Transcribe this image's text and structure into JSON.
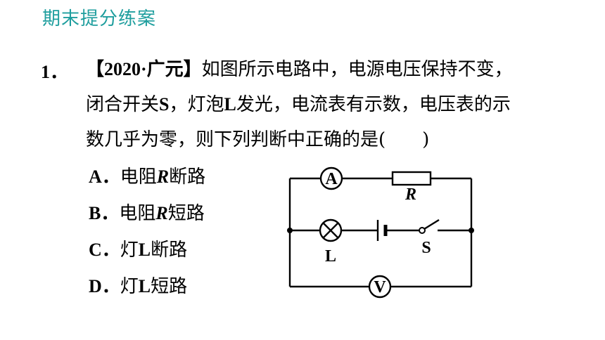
{
  "header": {
    "title": "期末提分练案"
  },
  "question": {
    "number": "1．",
    "source": "【2020·广元】",
    "line1_rest": "如图所示电路中，电源电压保持不变，",
    "line2_a": "闭合开关",
    "line2_s": "S",
    "line2_b": "，灯泡",
    "line2_l": "L",
    "line2_c": "发光，电流表有示数，电压表的示",
    "line3": "数几乎为零，则下列判断中正确的是(　　)"
  },
  "options": [
    {
      "letter": "A．",
      "pre": "电阻",
      "sym": "R",
      "post": "断路"
    },
    {
      "letter": "B．",
      "pre": "电阻",
      "sym": "R",
      "post": "短路"
    },
    {
      "letter": "C．",
      "pre": "灯",
      "sym": "L",
      "post": "断路"
    },
    {
      "letter": "D．",
      "pre": "灯",
      "sym": "L",
      "post": "短路"
    }
  ],
  "circuit": {
    "ammeter": "A",
    "voltmeter": "V",
    "resistor": "R",
    "lamp": "L",
    "switch": "S"
  }
}
